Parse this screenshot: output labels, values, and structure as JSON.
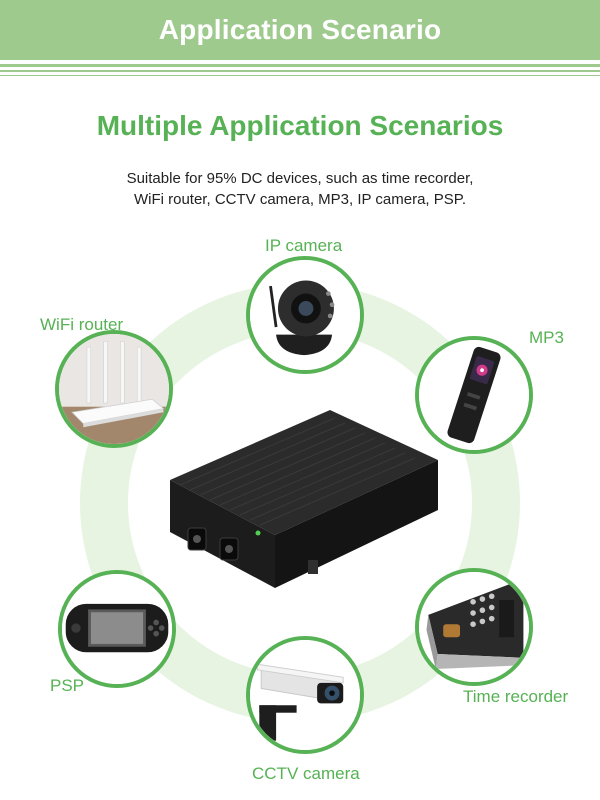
{
  "banner": {
    "title": "Application Scenario"
  },
  "heading": "Multiple Application Scenarios",
  "description": {
    "line1": "Suitable for 95% DC devices, such as time recorder,",
    "line2": "WiFi router, CCTV camera, MP3, IP camera, PSP."
  },
  "devices": {
    "ip_camera": {
      "label": "IP camera",
      "icon": "ip-camera-icon"
    },
    "wifi_router": {
      "label": "WiFi router",
      "icon": "router-icon"
    },
    "mp3": {
      "label": "MP3",
      "icon": "mp3-player-icon"
    },
    "psp": {
      "label": "PSP",
      "icon": "handheld-console-icon"
    },
    "time_recorder": {
      "label": "Time recorder",
      "icon": "time-recorder-icon"
    },
    "cctv_camera": {
      "label": "CCTV camera",
      "icon": "cctv-camera-icon"
    }
  },
  "colors": {
    "banner": "#9fca8e",
    "accent_green": "#56b254",
    "ring": "#e7f4e2",
    "text": "#222222"
  }
}
